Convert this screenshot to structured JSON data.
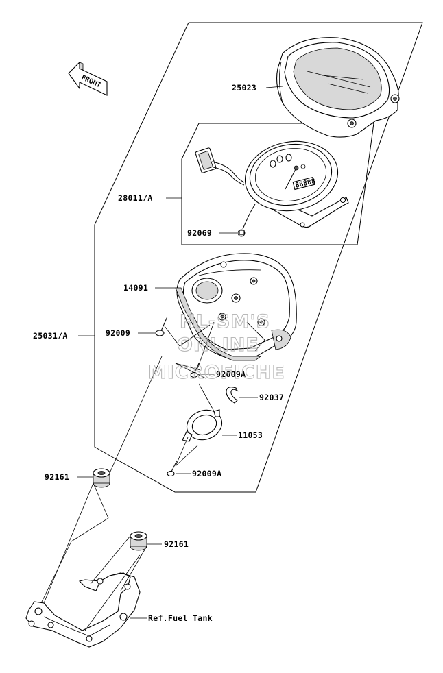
{
  "front_marker": {
    "text": "FRONT"
  },
  "labels": {
    "p25023": "25023",
    "p28011a": "28011/A",
    "p92069": "92069",
    "p14091": "14091",
    "p25031a": "25031/A",
    "p92009": "92009",
    "p92009a_upper": "92009A",
    "p92037": "92037",
    "p11053": "11053",
    "p92009a_lower": "92009A",
    "p92161_left": "92161",
    "p92161_right": "92161",
    "ref_fuel_tank": "Ref.Fuel Tank"
  },
  "watermark": {
    "line1": "HL-SM'S",
    "line2": "ONLINE",
    "line3": "MICROFICHE"
  },
  "colors": {
    "line": "#000000",
    "watermark": "#b9b9b9",
    "background": "#ffffff"
  }
}
